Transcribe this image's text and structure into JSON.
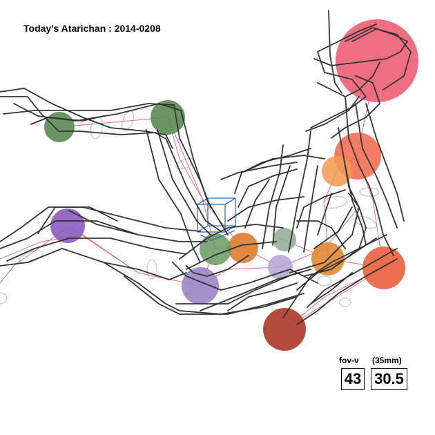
{
  "title": "Today's Atarichan : 2014-0208",
  "fov": {
    "label": "fov-v",
    "value": "43"
  },
  "focal": {
    "label": "(35mm)",
    "value": "30.5"
  },
  "colors": {
    "background": "#ffffff",
    "sketch_line": "#333333",
    "skeleton_line": "#e06070",
    "ghost_ellipse": "#c8c8c8",
    "camera_box": "#2060c0"
  },
  "joint_colors": [
    "#ee5a6f",
    "#f26b50",
    "#f29a50",
    "#e9603f",
    "#b04234",
    "#5d8b55",
    "#8a5bbd",
    "#9a86c8",
    "#e07f30",
    "#98ad98"
  ]
}
